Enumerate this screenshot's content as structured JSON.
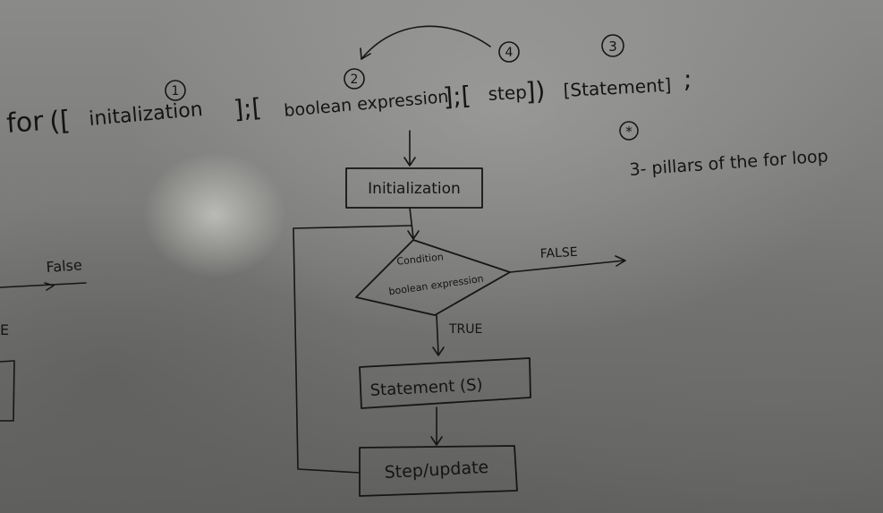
{
  "top_line": {
    "for_kw": "for",
    "open": "([",
    "initialization": "initalization",
    "sep1": "];[",
    "boolean_expression": "boolean expression",
    "sep2": "];[",
    "step": "step",
    "close": "])",
    "statement": "[Statement]",
    "semicolon": ";"
  },
  "markers": {
    "m1": "1",
    "m2": "2",
    "m4": "4",
    "m3": "3",
    "star": "*"
  },
  "note": "3- pillars of the for loop",
  "flowchart": {
    "initialization": "Initialization",
    "condition_line1": "Condition",
    "condition_line2": "boolean expression",
    "false_label": "FALSE",
    "true_label": "TRUE",
    "statement": "Statement (S)",
    "step": "Step/update"
  },
  "left_fragment": {
    "false_label": "False",
    "letter": "E"
  }
}
